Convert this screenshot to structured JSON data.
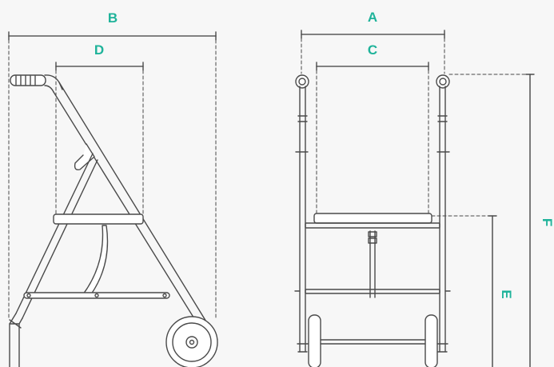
{
  "dimensions": [
    {
      "id": "A",
      "label": "A"
    },
    {
      "id": "B",
      "label": "B"
    },
    {
      "id": "C",
      "label": "C"
    },
    {
      "id": "D",
      "label": "D"
    },
    {
      "id": "E",
      "label": "E"
    },
    {
      "id": "F",
      "label": "F"
    }
  ],
  "colors": {
    "background": "#f7f7f7",
    "line": "#4a4a4a",
    "dim_line": "#5a5a5a",
    "label": "#1fb39a",
    "fill": "#ffffff"
  }
}
